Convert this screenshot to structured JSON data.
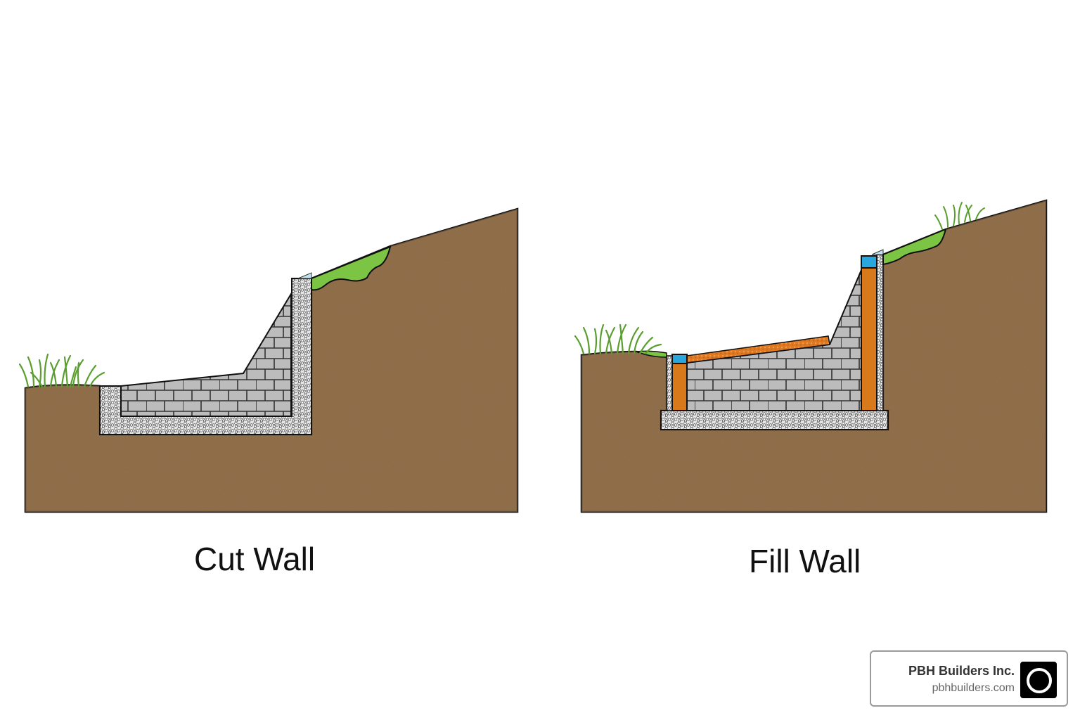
{
  "diagrams": [
    {
      "id": "cut",
      "caption": "Cut Wall"
    },
    {
      "id": "fill",
      "caption": "Fill Wall"
    }
  ],
  "colors": {
    "soil": "#8d6a45",
    "grass": "#7cc444",
    "gravel": "#d9d9d9",
    "block": "#bcbcbc",
    "post": "#d8791c",
    "cap": "#2aa6df",
    "outline": "#111111"
  },
  "brand": {
    "name": "PBH Builders Inc.",
    "url": "pbhbuilders.com",
    "logo_icon": "circle-logo-icon"
  }
}
